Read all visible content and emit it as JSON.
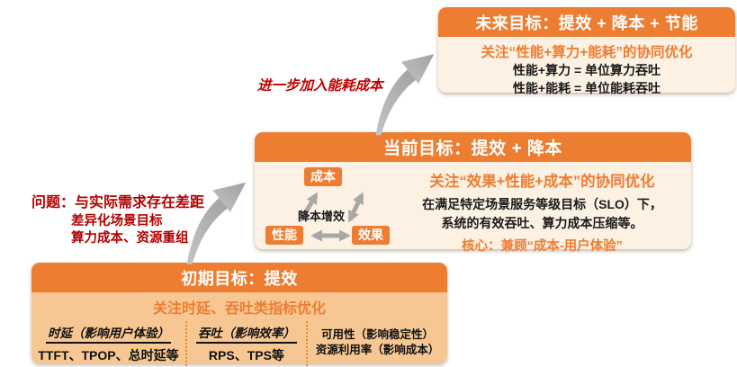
{
  "colors": {
    "header_orange": "#ED7D31",
    "body_cream": "#FCF1E3",
    "body_tan": "#F6C793",
    "accent_red": "#B40000",
    "arrow_gray": "#AFAFAF",
    "text_black": "#1a1a1a"
  },
  "future_box": {
    "title": "未来目标：提效 + 降本 + 节能",
    "focus": "关注“性能+算力+能耗”的协同优化",
    "lines": [
      "性能+算力 = 单位算力吞吐",
      "性能+能耗 = 单位能耗吞吐"
    ]
  },
  "current_box": {
    "title": "当前目标：提效 + 降本",
    "focus": "关注“效果+性能+成本”的协同优化",
    "lines": [
      "在满足特定场景服务等级目标（SLO）下，",
      "系统的有效吞吐、算力成本压缩等。"
    ],
    "core": "核心：兼顾“成本-用户体验”",
    "triangle": {
      "top": "成本",
      "left": "性能",
      "right": "效果",
      "center": "降本增效"
    }
  },
  "initial_box": {
    "title": "初期目标：提效",
    "focus": "关注时延、吞吐类指标优化",
    "columns": [
      {
        "header": "时延（影响用户体验）",
        "detail": "TTFT、TPOP、总时延等"
      },
      {
        "header": "吞吐（影响效率）",
        "detail": "RPS、TPS等"
      },
      {
        "header": "可用性（影响稳定性）",
        "detail": "资源利用率（影响成本）"
      }
    ]
  },
  "annotations": {
    "problem_title": "问题：与实际需求存在差距",
    "problem_lines": [
      "差异化场景目标",
      "算力成本、资源重组"
    ],
    "arrow_note": "进一步加入能耗成本"
  }
}
